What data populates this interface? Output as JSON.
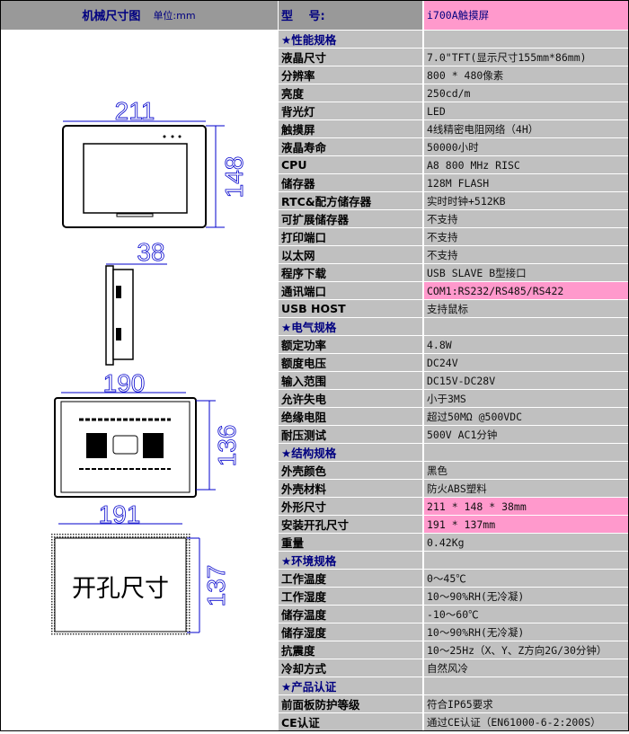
{
  "left_header": {
    "title": "机械尺寸图",
    "unit": "单位:mm"
  },
  "drawings": {
    "front_width": "211",
    "front_height": "148",
    "side_depth": "38",
    "back_width": "190",
    "back_height": "136",
    "cutout_width": "191",
    "cutout_height": "137",
    "cutout_label": "开孔尺寸"
  },
  "header": {
    "label": "型　 号:",
    "value": "i700A触摸屏"
  },
  "rows": [
    {
      "label": "★性能规格",
      "value": "",
      "type": "section"
    },
    {
      "label": "液晶尺寸",
      "value": "7.0\"TFT(显示尺寸155mm*86mm)"
    },
    {
      "label": "分辨率",
      "value": "800 * 480像素"
    },
    {
      "label": "亮度",
      "value": "250cd/m"
    },
    {
      "label": "背光灯",
      "value": "LED"
    },
    {
      "label": "触摸屏",
      "value": "4线精密电阻网络（4H）"
    },
    {
      "label": "液晶寿命",
      "value": "50000小时"
    },
    {
      "label": "CPU",
      "value": "A8 800 MHz RISC"
    },
    {
      "label": "储存器",
      "value": "128M FLASH"
    },
    {
      "label": "RTC&配方储存器",
      "value": "实时时钟+512KB"
    },
    {
      "label": "可扩展储存器",
      "value": "不支持"
    },
    {
      "label": "打印端口",
      "value": "不支持"
    },
    {
      "label": "以太网",
      "value": "不支持"
    },
    {
      "label": "程序下载",
      "value": "USB SLAVE B型接口"
    },
    {
      "label": "通讯端口",
      "value": "COM1:RS232/RS485/RS422",
      "type": "pink"
    },
    {
      "label": "USB HOST",
      "value": "支持鼠标"
    },
    {
      "label": "★电气规格",
      "value": "",
      "type": "section"
    },
    {
      "label": "额定功率",
      "value": "4.8W"
    },
    {
      "label": "额度电压",
      "value": "DC24V"
    },
    {
      "label": "输入范围",
      "value": "DC15V-DC28V"
    },
    {
      "label": "允许失电",
      "value": "小于3MS"
    },
    {
      "label": "绝缘电阻",
      "value": "超过50MΩ  @500VDC"
    },
    {
      "label": "耐压测试",
      "value": "500V AC1分钟"
    },
    {
      "label": "★结构规格",
      "value": "",
      "type": "section"
    },
    {
      "label": "外壳颜色",
      "value": "黑色"
    },
    {
      "label": "外壳材料",
      "value": "防火ABS塑料"
    },
    {
      "label": "外形尺寸",
      "value": "211 * 148 * 38mm",
      "type": "pink"
    },
    {
      "label": "安装开孔尺寸",
      "value": "191 * 137mm",
      "type": "pink"
    },
    {
      "label": "重量",
      "value": "0.42Kg"
    },
    {
      "label": "★环境规格",
      "value": "",
      "type": "section"
    },
    {
      "label": "工作温度",
      "value": "0～45℃"
    },
    {
      "label": "工作湿度",
      "value": "10～90%RH(无冷凝)"
    },
    {
      "label": "储存温度",
      "value": "-10～60℃"
    },
    {
      "label": "储存湿度",
      "value": "10～90%RH(无冷凝)"
    },
    {
      "label": "抗震度",
      "value": "10～25Hz（X、Y、Z方向2G/30分钟）"
    },
    {
      "label": "冷却方式",
      "value": "自然风冷"
    },
    {
      "label": "★产品认证",
      "value": "",
      "type": "section"
    },
    {
      "label": "前面板防护等级",
      "value": "符合IP65要求"
    },
    {
      "label": "CE认证",
      "value": "通过CE认证（EN61000-6-2:200S）"
    }
  ]
}
